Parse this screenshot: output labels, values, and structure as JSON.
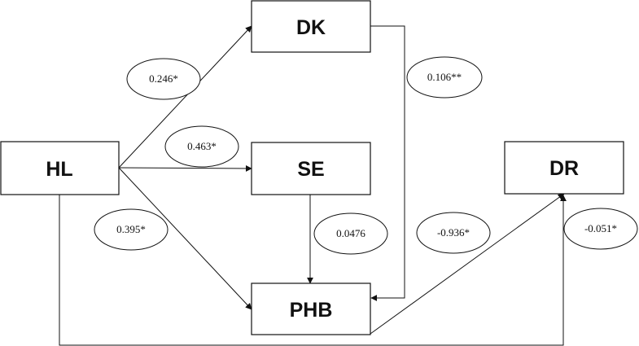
{
  "nodes": {
    "hl": "HL",
    "dk": "DK",
    "se": "SE",
    "phb": "PHB",
    "dr": "DR"
  },
  "paths": {
    "hl_dk": "0.246*",
    "hl_se": "0.463*",
    "hl_phb": "0.395*",
    "dk_phb": "0.106**",
    "se_phb": "0.0476",
    "phb_dr": "-0.936*",
    "hl_dr": "-0.051*"
  }
}
